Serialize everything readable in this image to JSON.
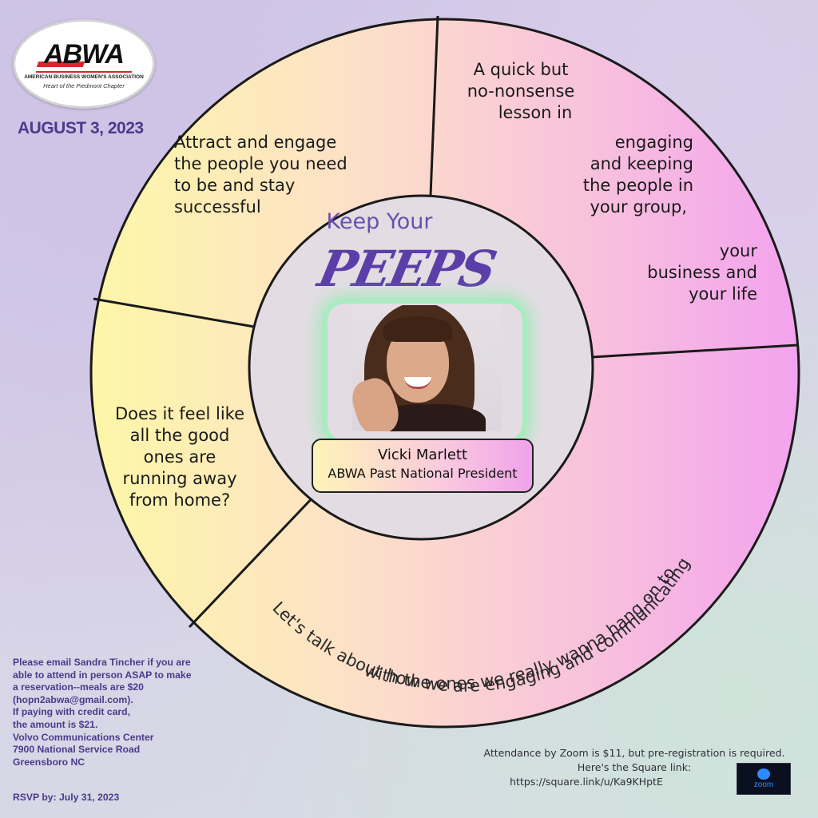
{
  "logo": {
    "text": "ABWA",
    "subtitle": "AMERICAN BUSINESS WOMEN'S ASSOCIATION",
    "chapter": "Heart of the Piedmont Chapter"
  },
  "date": "AUGUST 3, 2023",
  "segments": {
    "top_left": [
      "Attract and engage",
      "the people you need",
      "to be and stay",
      "successful"
    ],
    "top_right_a": [
      "A quick but",
      "no-nonsense",
      "lesson in"
    ],
    "top_right_b": [
      "engaging",
      "and keeping",
      "the people in",
      "your group,"
    ],
    "top_right_c": [
      "your",
      "business and",
      "your life"
    ],
    "left": [
      "Does it feel like",
      "all the good",
      "ones are",
      "running away",
      "from home?"
    ],
    "bottom_line1": "Let's talk about how we are engaging and communicating",
    "bottom_line2": "with the ones we really wanna hang on to."
  },
  "center": {
    "keep_your": "Keep Your",
    "peeps": "PEEPS",
    "speaker_name": "Vicki Marlett",
    "speaker_title": "ABWA Past National President"
  },
  "info": {
    "lines": [
      "Please email Sandra Tincher if you are",
      "able to attend in person ASAP to make",
      "a reservation--meals are $20",
      "(hopn2abwa@gmail.com).",
      "If paying with credit card,",
      "the amount is $21.",
      "Volvo Communications Center",
      "7900 National Service Road",
      "Greensboro NC"
    ],
    "rsvp": "RSVP by:  July 31, 2023"
  },
  "zoom": {
    "line1": "Attendance by Zoom is $11, but pre-registration is required.",
    "line2": "Here's the Square link:",
    "line3": "https://square.link/u/Ka9KHptE",
    "logo_label": "zoom"
  },
  "colors": {
    "accent_purple": "#4b3a8c",
    "wheel_yellow": "#fdf3a6",
    "wheel_pink": "#f6c3e2",
    "wheel_magenta": "#f2a2f0",
    "glow_green": "#a8ecc0",
    "logo_red": "#d8262c"
  }
}
